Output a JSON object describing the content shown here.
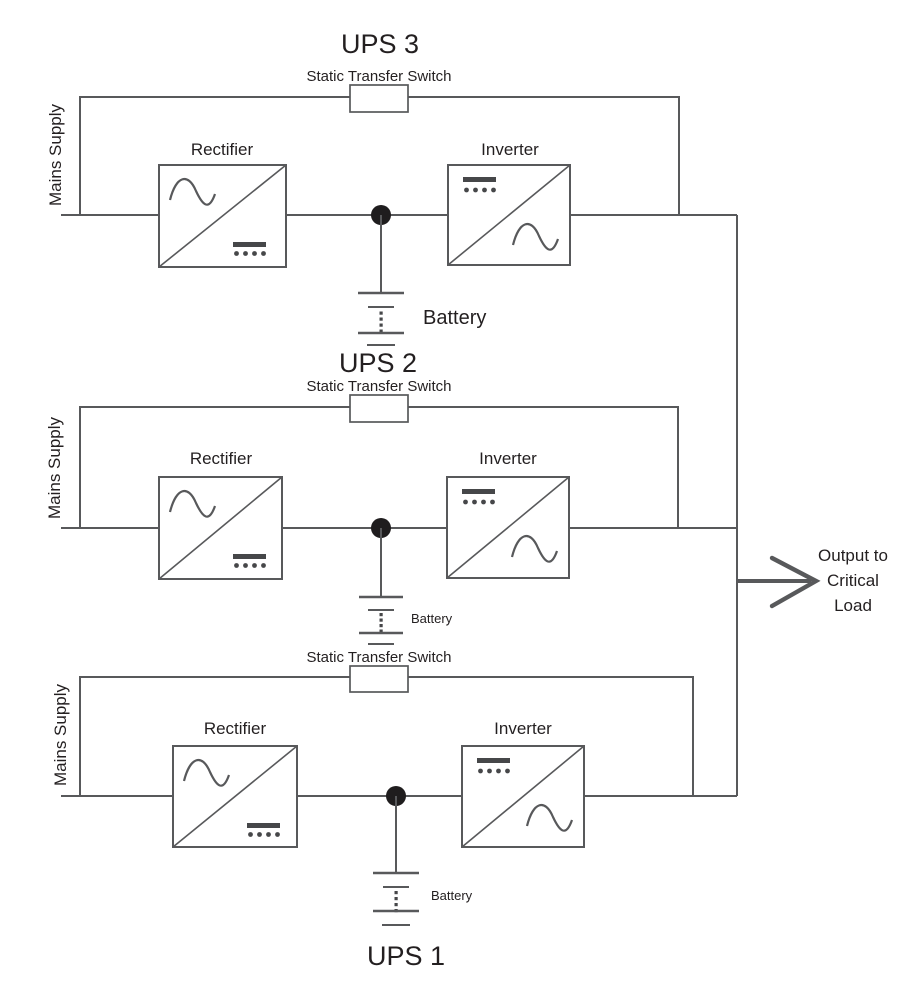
{
  "units": [
    {
      "title": "UPS 3",
      "static_transfer_switch": "Static Transfer Switch",
      "mains_supply": "Mains Supply",
      "rectifier": "Rectifier",
      "inverter": "Inverter",
      "battery": "Battery"
    },
    {
      "title": "UPS 2",
      "static_transfer_switch": "Static Transfer Switch",
      "mains_supply": "Mains Supply",
      "rectifier": "Rectifier",
      "inverter": "Inverter",
      "battery": "Battery"
    },
    {
      "title": "UPS 1",
      "static_transfer_switch": "Static Transfer Switch",
      "mains_supply": "Mains Supply",
      "rectifier": "Rectifier",
      "inverter": "Inverter",
      "battery": "Battery"
    }
  ],
  "output": {
    "line1": "Output to",
    "line2": "Critical",
    "line3": "Load"
  },
  "icons": {
    "converter_ac": "sine-wave-icon",
    "converter_dc": "dc-bar-dots-icon",
    "battery": "battery-cells-icon",
    "output_arrow": "right-arrow-icon"
  },
  "colors": {
    "line": "#58595b",
    "icon": "#464749",
    "junction": "#1f1d1e",
    "text": "#231f20",
    "background": "#ffffff"
  }
}
